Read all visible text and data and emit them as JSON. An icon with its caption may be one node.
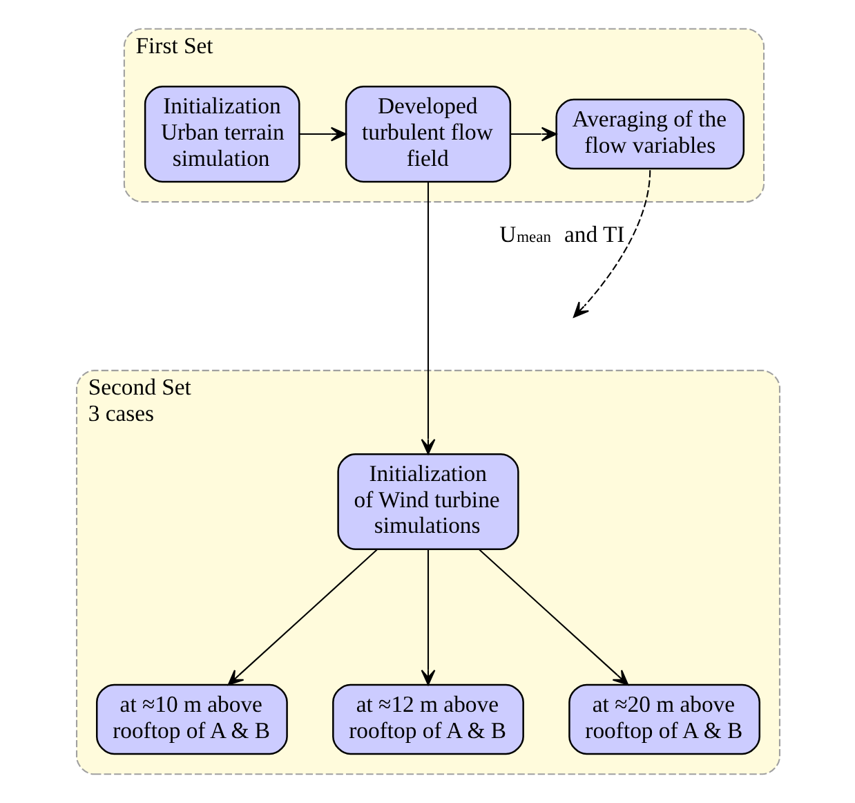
{
  "diagram": {
    "nodes": [
      {
        "text": [
          "First Set"
        ]
      },
      {
        "text": [
          "Initialization Urban terrain simulation"
        ],
        "in": 0
      },
      {
        "text": [
          "Developed turbulent flow field"
        ],
        "in": 0
      },
      {
        "text": [
          "Averaging of the flow variables"
        ],
        "in": 0
      },
      {
        "text": [
          "Second Set",
          "3 cases"
        ]
      },
      {
        "text": [
          "Initialization of Wind turbine simulations"
        ],
        "in": 4
      },
      {
        "text": [
          "at ≈10 m above rooftop of A & B"
        ],
        "in": 4
      },
      {
        "text": [
          "at ≈12 m above rooftop of A & B"
        ],
        "in": 4
      },
      {
        "text": [
          "at ≈20 m above rooftop of A & B"
        ],
        "in": 4
      }
    ],
    "edges": [
      {
        "from": 1,
        "to": 2,
        "arrow": "to"
      },
      {
        "from": 2,
        "to": 3,
        "arrow": "to"
      },
      {
        "from": 2,
        "to": 5,
        "arrow": "to"
      },
      {
        "from": 3,
        "to": null,
        "arrow": "to",
        "style": "dashed",
        "label": "U$_{mean}$ and TI"
      },
      {
        "from": 5,
        "to": 6,
        "arrow": "to"
      },
      {
        "from": 5,
        "to": 7,
        "arrow": "to"
      },
      {
        "from": 5,
        "to": 8,
        "arrow": "to"
      }
    ]
  }
}
